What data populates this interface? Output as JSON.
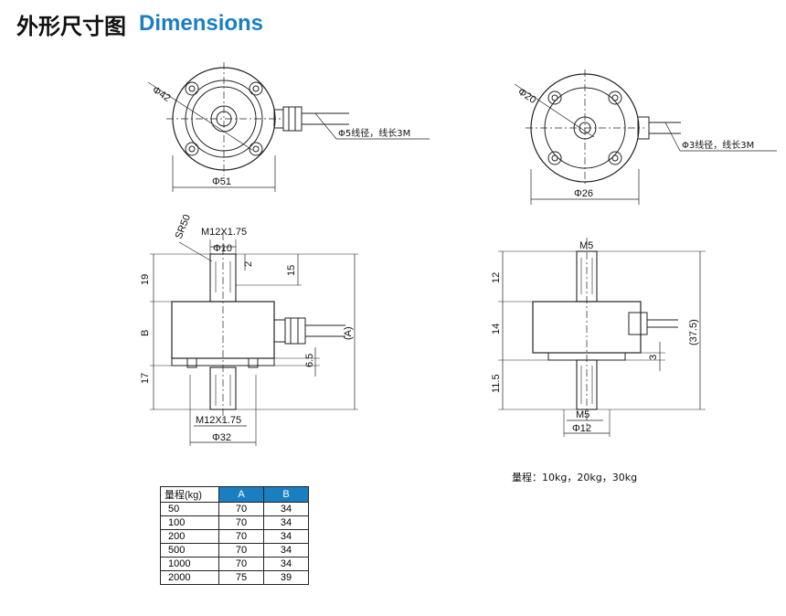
{
  "header": {
    "title_cn": "外形尺寸图",
    "title_en": "Dimensions"
  },
  "view1_top": {
    "dia_flange": "Φ42",
    "dia_body": "Φ51",
    "cable": "Φ5线径，线长3M"
  },
  "view2_top": {
    "dia_flange": "Φ20",
    "dia_body": "Φ26",
    "cable": "Φ3线径，线长3M"
  },
  "view1_side": {
    "thread_top": "M12X1.75",
    "sr": "SR50",
    "dia_top": "Φ10",
    "dim_2": "2",
    "dim_15": "15",
    "dim_19": "19",
    "dim_B": "B",
    "dim_A": "(A)",
    "dim_6_5": "6.5",
    "dim_17": "17",
    "thread_bottom": "M12X1.75",
    "dia_bottom": "Φ32"
  },
  "view2_side": {
    "thread_top": "M5",
    "dim_12": "12",
    "dim_14": "14",
    "dim_37_5": "(37.5)",
    "dim_3": "3",
    "dim_11_5": "11.5",
    "thread_bottom": "M5",
    "dia_bottom": "Φ12"
  },
  "range_note": "量程：10kg，20kg，30kg",
  "spec_table": {
    "headers": [
      "量程(kg)",
      "A",
      "B"
    ],
    "rows": [
      [
        "50",
        "70",
        "34"
      ],
      [
        "100",
        "70",
        "34"
      ],
      [
        "200",
        "70",
        "34"
      ],
      [
        "500",
        "70",
        "34"
      ],
      [
        "1000",
        "70",
        "34"
      ],
      [
        "2000",
        "75",
        "39"
      ]
    ]
  },
  "colors": {
    "accent": "#1a7fc1"
  }
}
